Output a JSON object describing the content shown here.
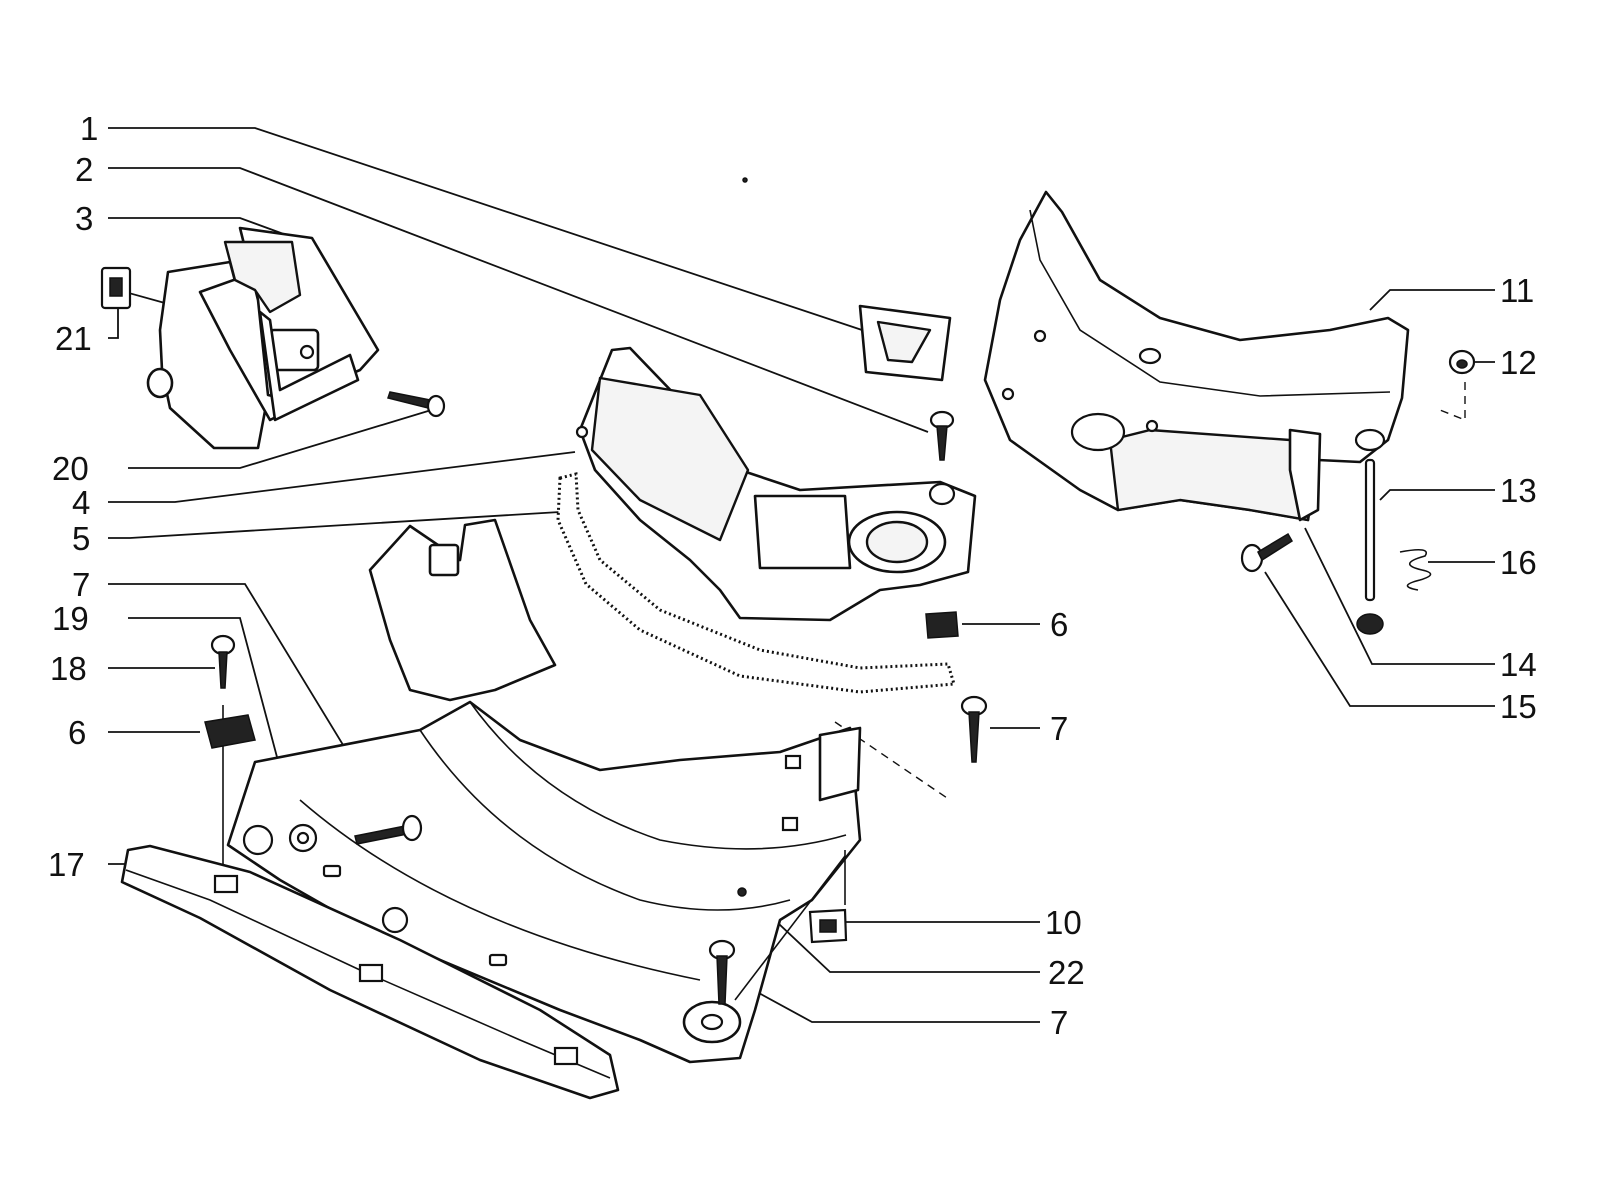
{
  "diagram": {
    "kind": "exploded-parts-view",
    "line_color": "#111111",
    "background": "#ffffff",
    "callouts": [
      {
        "id": "c1",
        "text": "1"
      },
      {
        "id": "c2",
        "text": "2"
      },
      {
        "id": "c3",
        "text": "3"
      },
      {
        "id": "c21",
        "text": "21"
      },
      {
        "id": "c20",
        "text": "20"
      },
      {
        "id": "c4",
        "text": "4"
      },
      {
        "id": "c5",
        "text": "5"
      },
      {
        "id": "c7a",
        "text": "7"
      },
      {
        "id": "c19",
        "text": "19"
      },
      {
        "id": "c18",
        "text": "18"
      },
      {
        "id": "c6a",
        "text": "6"
      },
      {
        "id": "c17",
        "text": "17"
      },
      {
        "id": "c11",
        "text": "11"
      },
      {
        "id": "c12",
        "text": "12"
      },
      {
        "id": "c13",
        "text": "13"
      },
      {
        "id": "c16",
        "text": "16"
      },
      {
        "id": "c14",
        "text": "14"
      },
      {
        "id": "c15",
        "text": "15"
      },
      {
        "id": "c6b",
        "text": "6"
      },
      {
        "id": "c7b",
        "text": "7"
      },
      {
        "id": "c10",
        "text": "10"
      },
      {
        "id": "c22",
        "text": "22"
      },
      {
        "id": "c7c",
        "text": "7"
      }
    ]
  }
}
